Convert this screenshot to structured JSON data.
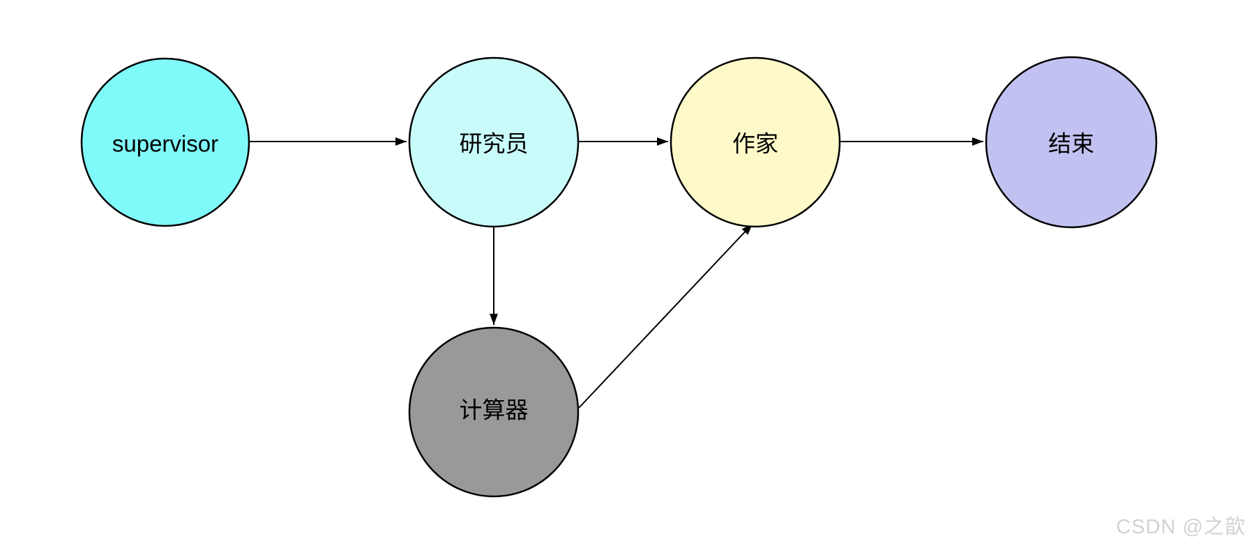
{
  "diagram": {
    "nodes": [
      {
        "id": "supervisor",
        "label": "supervisor",
        "color": "#80f9fb"
      },
      {
        "id": "researcher",
        "label": "研究员",
        "color": "#c9fbfb"
      },
      {
        "id": "writer",
        "label": "作家",
        "color": "#fdf9c8"
      },
      {
        "id": "end",
        "label": "结束",
        "color": "#c2c2f2"
      },
      {
        "id": "calculator",
        "label": "计算器",
        "color": "#999999"
      }
    ],
    "edges": [
      {
        "from": "supervisor",
        "to": "研究员"
      },
      {
        "from": "研究员",
        "to": "作家"
      },
      {
        "from": "作家",
        "to": "结束"
      },
      {
        "from": "研究员",
        "to": "计算器"
      },
      {
        "from": "计算器",
        "to": "作家"
      }
    ],
    "edge_color": "#000000",
    "node_border_color": "#000000"
  },
  "watermark": "CSDN @之歆"
}
